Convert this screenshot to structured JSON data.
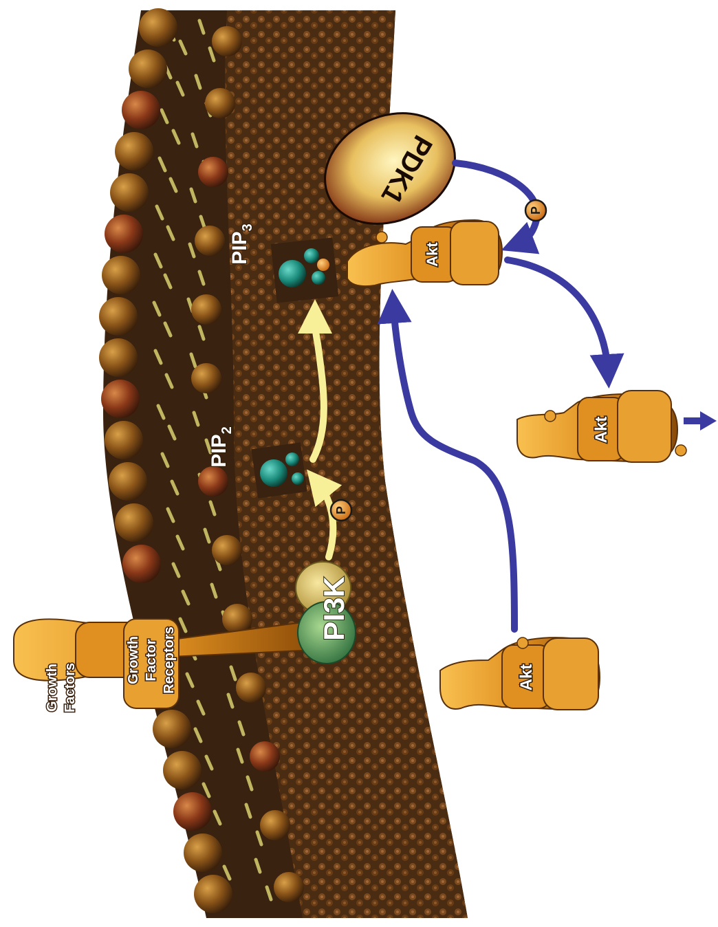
{
  "labels": {
    "growth_factors": [
      "Growth",
      "Factors"
    ],
    "growth_factor_receptors": [
      "Growth",
      "Factor",
      "Receptors"
    ],
    "pi3k": "PI3K",
    "pip2": "PIP",
    "pip2_sub": "2",
    "pip3": "PIP",
    "pip3_sub": "3",
    "pdk1": "PDK1",
    "akt": "Akt",
    "phosphate": "P"
  },
  "colors": {
    "membrane_dark": "#3a2210",
    "membrane_mid": "#6b4120",
    "lipid_head": "#8a5a22",
    "lipid_tail": "#d8d070",
    "akt_body": "#e0901c",
    "pdk1_fill": "#f0d890",
    "pdk1_edge": "#7a2a10",
    "pi3k_green": "#4a8a4a",
    "pi3k_yellow": "#d8c060",
    "pip_teal": "#1a8a7a",
    "blue_arrow": "#3a3aa0",
    "yellow_arrow": "#f8f098",
    "phosphate_fill": "#e8902a"
  }
}
